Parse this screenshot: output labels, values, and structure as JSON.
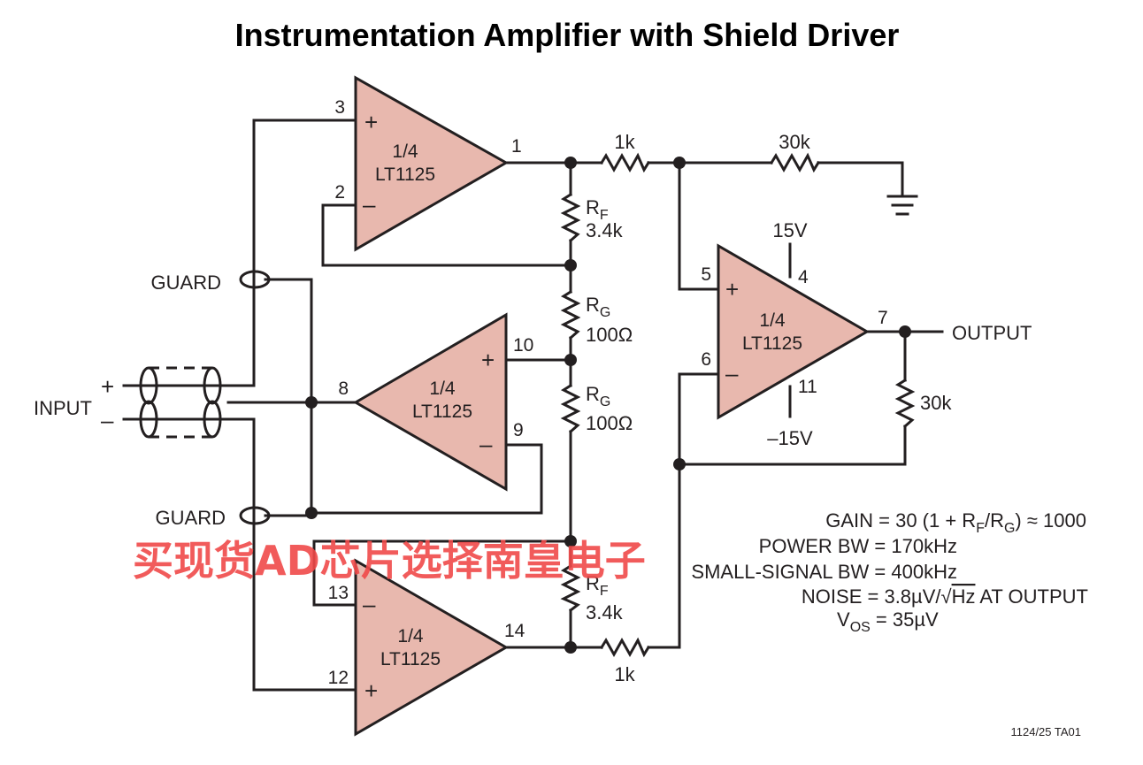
{
  "title": "Instrumentation Amplifier with Shield Driver",
  "opamp_label": {
    "fraction": "1/4",
    "part": "LT1125"
  },
  "pins": {
    "p1": "1",
    "p2": "2",
    "p3": "3",
    "p4": "4",
    "p5": "5",
    "p6": "6",
    "p7": "7",
    "p8": "8",
    "p9": "9",
    "p10": "10",
    "p11": "11",
    "p12": "12",
    "p13": "13",
    "p14": "14"
  },
  "resistors": {
    "r1k_top": "1k",
    "r30k_top": "30k",
    "rf_top_name": "R",
    "rf_sub": "F",
    "rf_value": "3.4k",
    "rg_name": "R",
    "rg_sub": "G",
    "rg_value": "100Ω",
    "r30k_fb": "30k",
    "r1k_bot": "1k"
  },
  "supply": {
    "pos": "15V",
    "neg": "–15V"
  },
  "labels": {
    "guard_top": "GUARD",
    "guard_bottom": "GUARD",
    "input": "INPUT",
    "plus": "+",
    "minus": "–",
    "output": "OUTPUT"
  },
  "specs": {
    "gain_a": "GAIN = 30 (1 + R",
    "gain_b": "/R",
    "gain_c": ") ≈ 1000",
    "power_bw": "POWER BW = 170kHz",
    "small_signal_bw": "SMALL-SIGNAL BW = 400kHz",
    "noise_a": "NOISE = 3.8µV/√",
    "noise_hz": "Hz",
    "noise_b": " AT OUTPUT",
    "vos_v": "V",
    "vos_sub": "OS",
    "vos_val": " = 35µV"
  },
  "watermark": "买现货AD芯片选择南皇电子",
  "figure_code": "1124/25 TA01"
}
